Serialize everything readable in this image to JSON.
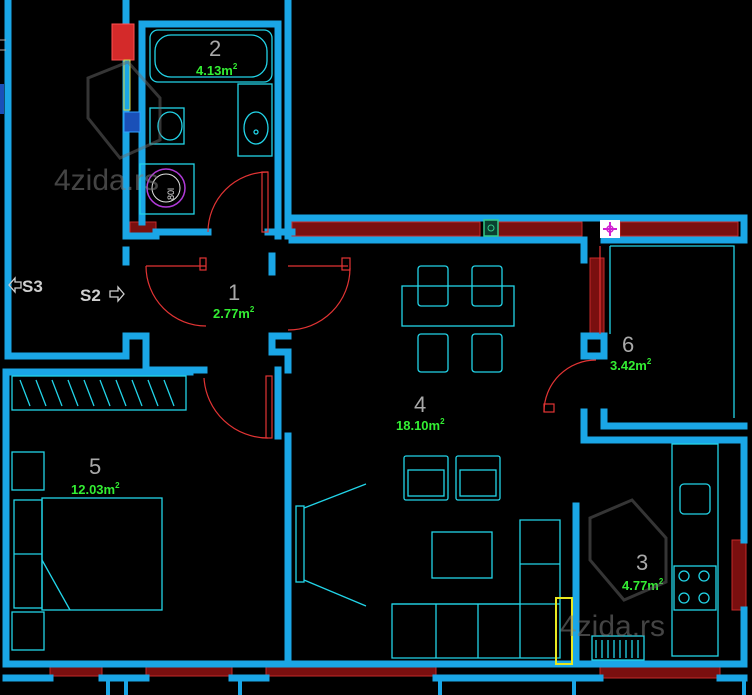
{
  "rooms": [
    {
      "id": "bathroom",
      "number": "2",
      "area": "4.13m",
      "unit_sup": "2"
    },
    {
      "id": "hall",
      "number": "1",
      "area": "2.77m",
      "unit_sup": "2"
    },
    {
      "id": "living",
      "number": "4",
      "area": "18.10m",
      "unit_sup": "2"
    },
    {
      "id": "bedroom",
      "number": "5",
      "area": "12.03m",
      "unit_sup": "2"
    },
    {
      "id": "terrace",
      "number": "6",
      "area": "3.42m",
      "unit_sup": "2"
    },
    {
      "id": "kitchen",
      "number": "3",
      "area": "4.77m",
      "unit_sup": "2"
    }
  ],
  "markers": {
    "s3": "S3",
    "s2": "S2"
  },
  "boiler_label": "80l",
  "watermark": {
    "left": "4zida.rs",
    "right": "4zida.rs"
  },
  "colors": {
    "wall": "#1aa6e6",
    "fixture": "#22d4e8",
    "area_text": "#33ee33",
    "hatch": "#7a0f0f",
    "door": "#e23434"
  }
}
